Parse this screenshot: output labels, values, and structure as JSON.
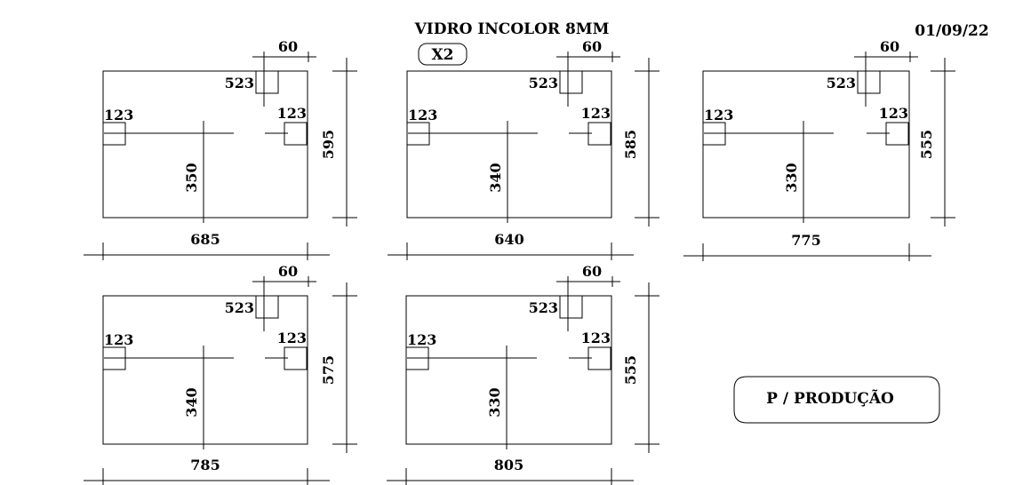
{
  "header": {
    "title": "VIDRO INCOLOR 8MM",
    "quantity_badge": "X2",
    "date": "01/09/22"
  },
  "stamp": {
    "label": "P / PRODUÇÃO"
  },
  "panels": [
    {
      "id": "panel-1",
      "width_label": "685",
      "height_label": "595",
      "hole_offset": "60",
      "notch_label": "523",
      "left_cut": "123",
      "right_cut": "123",
      "center_label": "350"
    },
    {
      "id": "panel-2",
      "width_label": "640",
      "height_label": "585",
      "hole_offset": "60",
      "notch_label": "523",
      "left_cut": "123",
      "right_cut": "123",
      "center_label": "340"
    },
    {
      "id": "panel-3",
      "width_label": "775",
      "height_label": "555",
      "hole_offset": "60",
      "notch_label": "523",
      "left_cut": "123",
      "right_cut": "123",
      "center_label": "330"
    },
    {
      "id": "panel-4",
      "width_label": "785",
      "height_label": "575",
      "hole_offset": "60",
      "notch_label": "523",
      "left_cut": "123",
      "right_cut": "123",
      "center_label": "340"
    },
    {
      "id": "panel-5",
      "width_label": "805",
      "height_label": "555",
      "hole_offset": "60",
      "notch_label": "523",
      "left_cut": "123",
      "right_cut": "123",
      "center_label": "330"
    }
  ]
}
